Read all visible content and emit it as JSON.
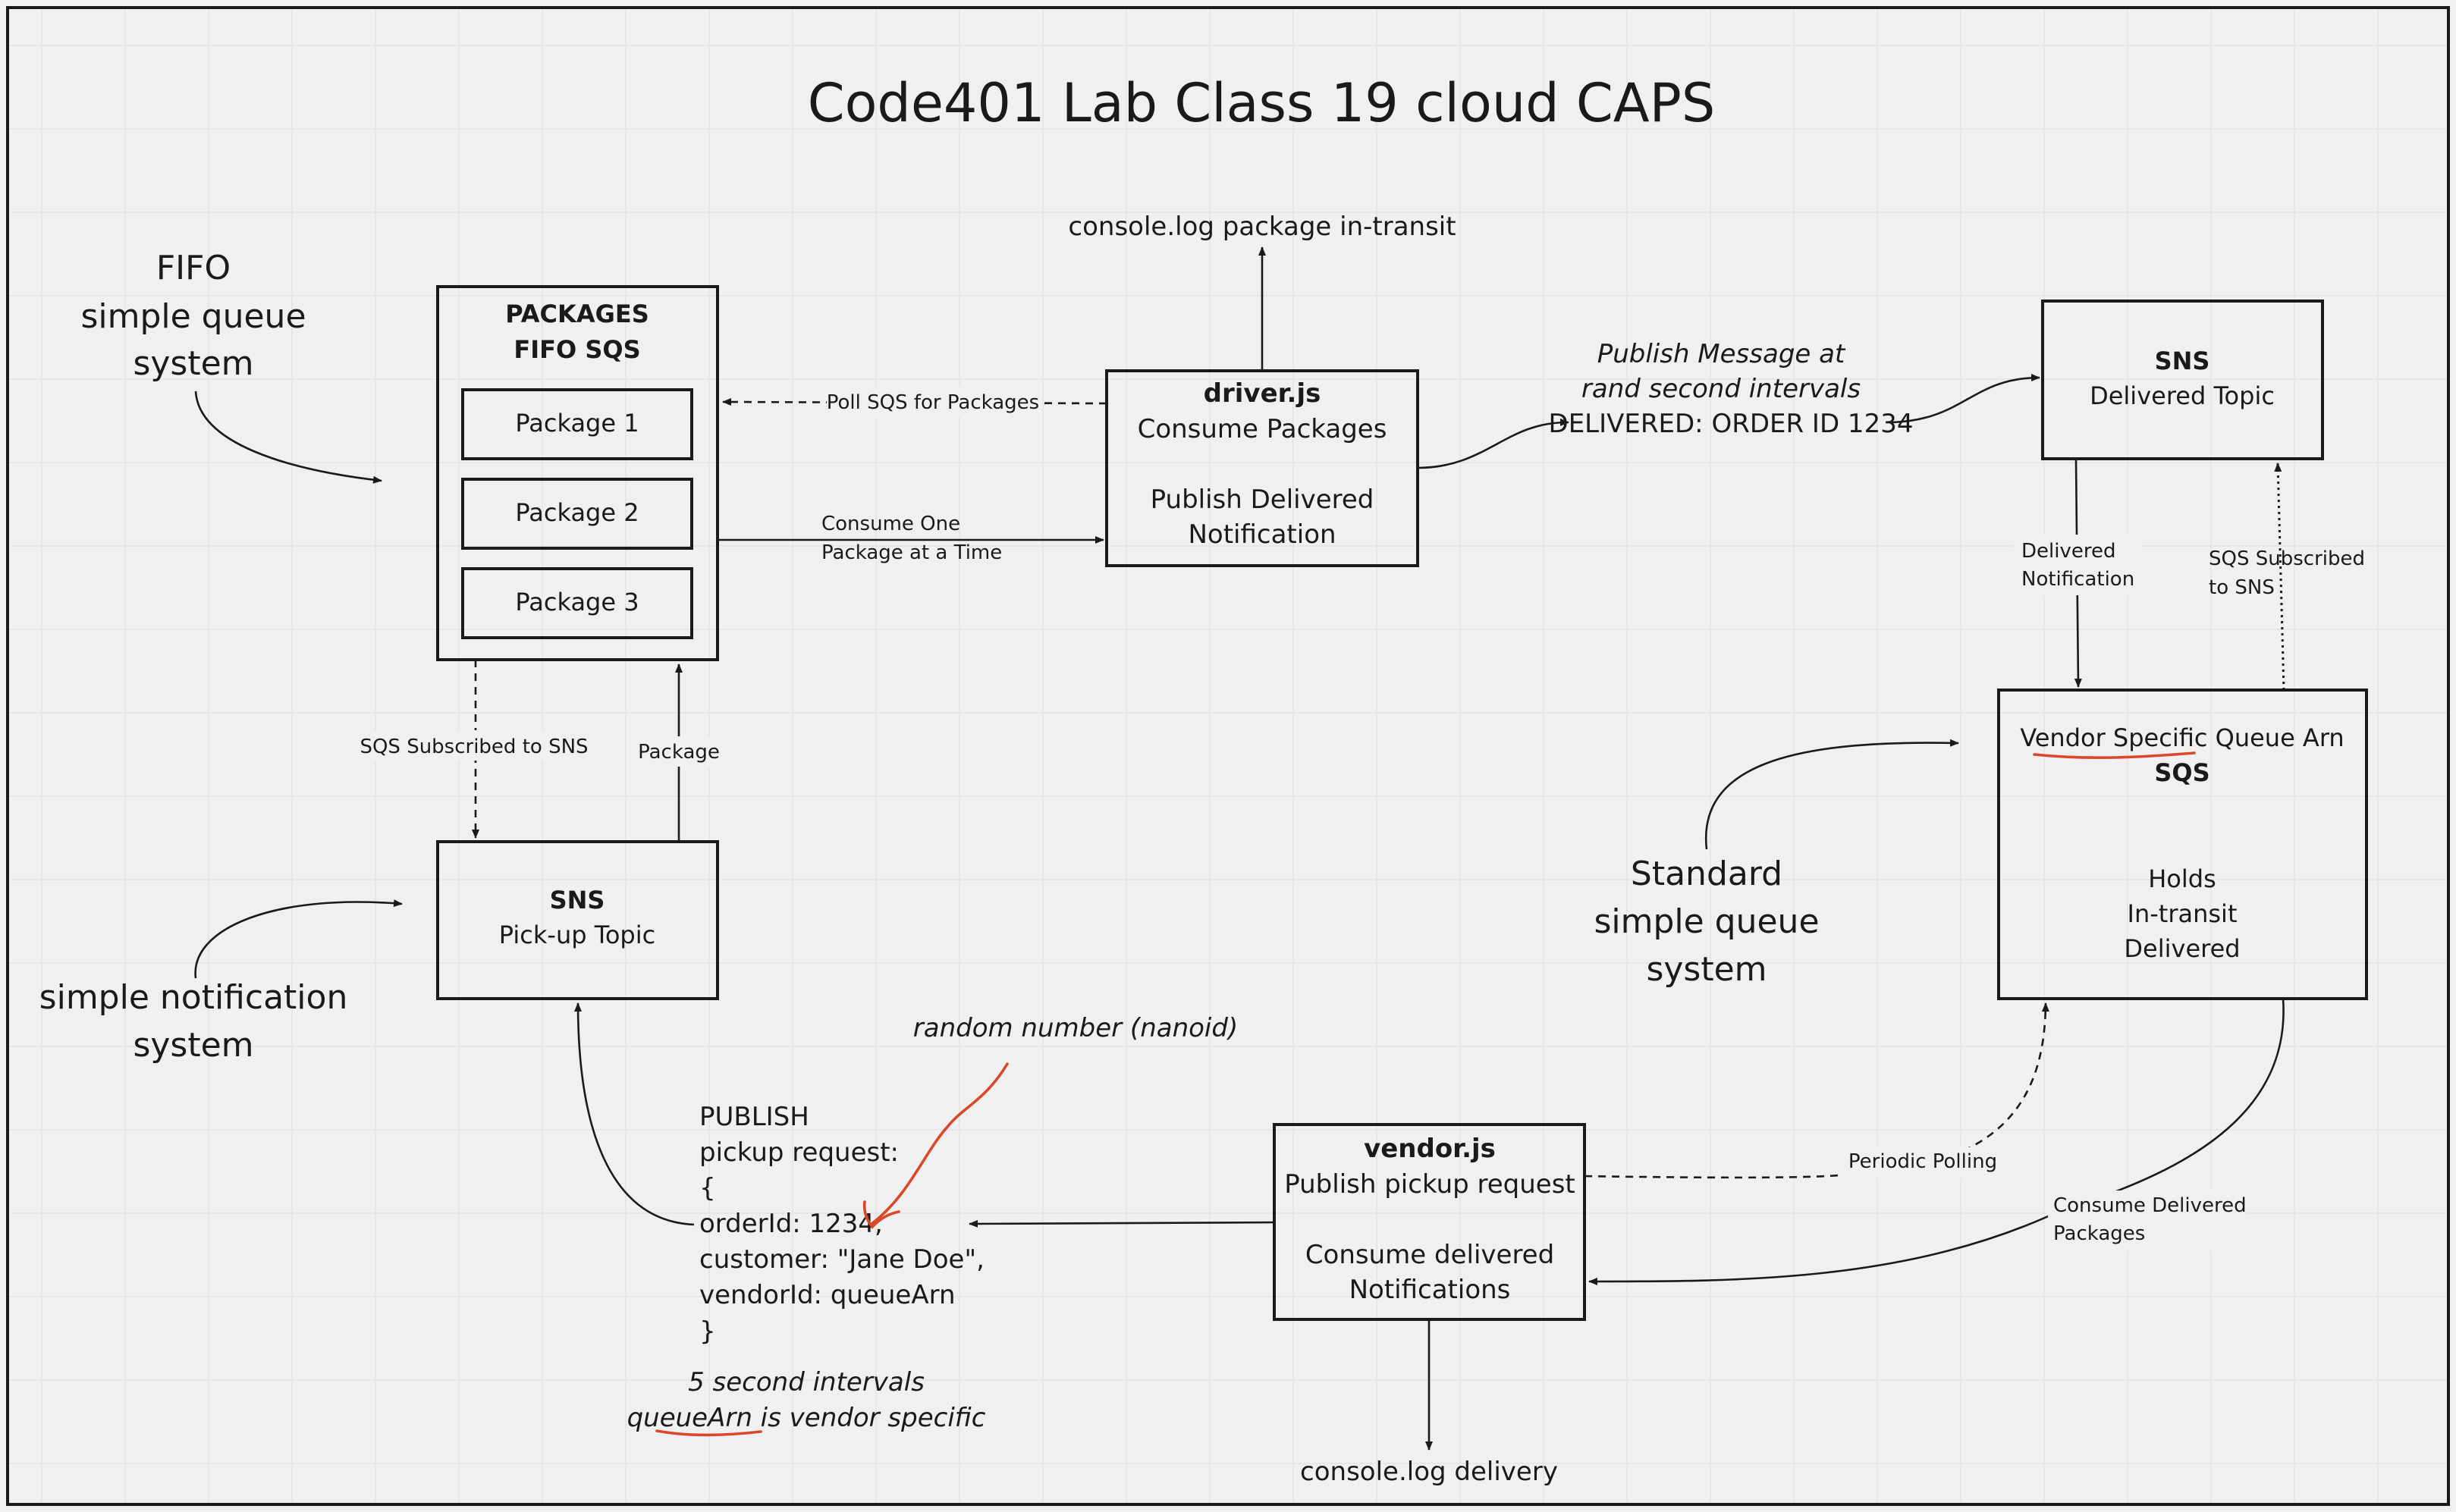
{
  "title": "Code401 Lab Class 19 cloud CAPS",
  "annotations": {
    "fifo": [
      "FIFO",
      "simple queue",
      "system"
    ],
    "notification": [
      "simple notification",
      "system"
    ],
    "standard": [
      "Standard",
      "simple queue",
      "system"
    ]
  },
  "packages_box": {
    "title_lines": [
      "PACKAGES",
      "FIFO SQS"
    ],
    "items": [
      "Package 1",
      "Package 2",
      "Package 3"
    ]
  },
  "sns_pickup": {
    "title": "SNS",
    "subtitle": "Pick-up Topic"
  },
  "driver": {
    "title": "driver.js",
    "lines": [
      "Consume Packages",
      "Publish Delivered",
      "Notification"
    ]
  },
  "sns_delivered": {
    "title": "SNS",
    "subtitle": "Delivered Topic"
  },
  "vendor_queue": {
    "line1": "Vendor Specific Queue Arn",
    "title": "SQS",
    "lines": [
      "Holds",
      "In-transit",
      "Delivered"
    ]
  },
  "vendor": {
    "title": "vendor.js",
    "line1": "Publish pickup request",
    "lines": [
      "Consume delivered",
      "Notifications"
    ]
  },
  "edge_labels": {
    "poll": "Poll SQS for Packages",
    "consume_one": [
      "Consume One",
      "Package at a Time"
    ],
    "sqs_sub_sns_left": "SQS Subscribed to SNS",
    "package": "Package",
    "delivered_notification": [
      "Delivered",
      "Notification"
    ],
    "sqs_sub_sns_right": [
      "SQS Subscribed",
      "to SNS"
    ],
    "periodic_polling": "Periodic Polling",
    "consume_delivered": [
      "Consume Delivered",
      "Packages"
    ]
  },
  "console_intransit": "console.log package in-transit",
  "console_delivery": "console.log delivery",
  "publish_msg": {
    "lines_italic": [
      "Publish Message at",
      "rand second intervals"
    ],
    "line_plain": "DELIVERED: ORDER ID 1234"
  },
  "publish_code": [
    "PUBLISH",
    "pickup request:",
    "{",
    "orderId: 1234,",
    "customer: \"Jane Doe\",",
    "vendorId: queueArn",
    "}"
  ],
  "random_note": "random number (nanoid)",
  "interval_note": "5 second intervals",
  "queuearn_note": {
    "word": "queueArn",
    "rest": " is vendor specific"
  },
  "colors": {
    "accent": "#d9482b",
    "ink": "#1a1a1a",
    "background": "#f0f0f0"
  }
}
